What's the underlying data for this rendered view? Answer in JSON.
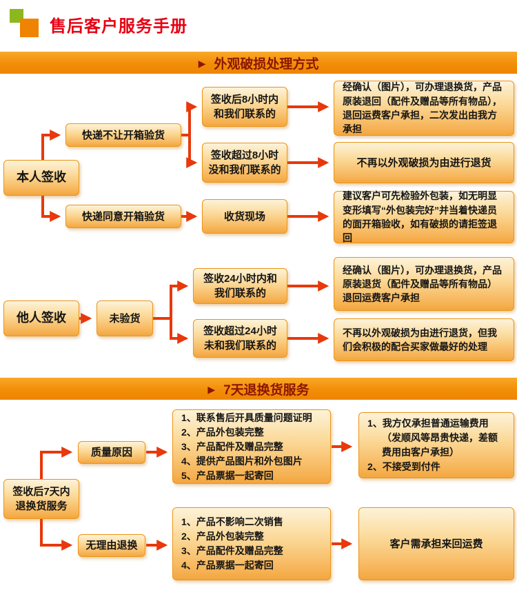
{
  "header": {
    "title": "售后客户服务手册"
  },
  "banners": {
    "marker": "▶",
    "section1": "外观破损处理方式",
    "section2": "7天退换货服务"
  },
  "flow1": {
    "self_sign": "本人签收",
    "courier_no_open": "快递不让开箱验货",
    "courier_agree_open": "快递同意开箱验货",
    "within_8h": "签收后8小时内和我们联系的",
    "over_8h": "签收超过8小时没和我们联系的",
    "receive_scene": "收货现场",
    "result_within_8h": "经确认（图片），可办理退换货，产品原装退回（配件及赠品等所有物品），退回运费客户承担，二次发出由我方承担",
    "result_over_8h": "不再以外观破损为由进行退货",
    "result_scene": "建议客户可先检验外包装，如无明显变形填写“外包装完好”并当着快递员的面开箱验收，如有破损的请拒签退回",
    "other_sign": "他人签收",
    "not_inspected": "未验货",
    "within_24h": "签收24小时内和我们联系的",
    "over_24h": "签收超过24小时未和我们联系的",
    "result_within_24h": "经确认（图片），可办理退换货，产品原装退货（配件及赠品等所有物品）退回运费客户承担",
    "result_over_24h": "不再以外观破损为由进行退货，但我们会积极的配合买家做最好的处理"
  },
  "flow2": {
    "root": "签收后7天内退换货服务",
    "quality_reason": "质量原因",
    "no_reason": "无理由退换",
    "quality_items": [
      "1、联系售后开具质量问题证明",
      "2、产品外包装完整",
      "3、产品配件及赠品完整",
      "4、提供产品图片和外包图片",
      "5、产品票据一起寄回"
    ],
    "quality_result_items": [
      "1、我方仅承担普通运输费用（发顺风等昂贵快递，差额费用由客户承担）",
      "2、不接受到付件"
    ],
    "no_reason_items": [
      "1、产品不影响二次销售",
      "2、产品外包装完整",
      "3、产品配件及赠品完整",
      "4、产品票据一起寄回"
    ],
    "no_reason_result": "客户需承担来回运费"
  }
}
